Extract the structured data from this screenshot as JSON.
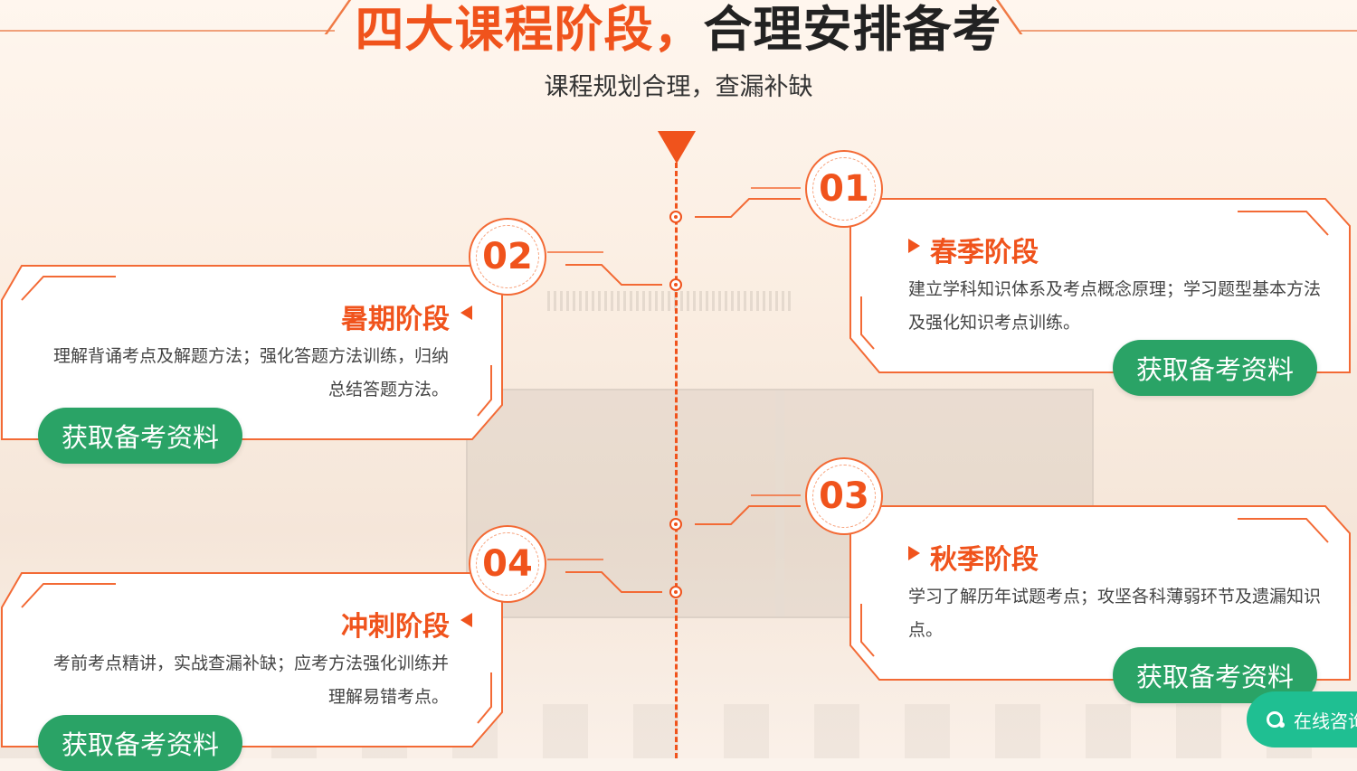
{
  "header": {
    "title_highlight": "四大课程阶段，",
    "title_rest": "合理安排备考",
    "subtitle": "课程规划合理，查漏补缺"
  },
  "stages": [
    {
      "number": "01",
      "title": "春季阶段",
      "description": "建立学科知识体系及考点概念原理；学习题型基本方法及强化知识考点训练。",
      "button_label": "获取备考资料"
    },
    {
      "number": "02",
      "title": "暑期阶段",
      "description_line1": "理解背诵考点及解题方法；强化答题方法训练，归纳",
      "description_line2": "总结答题方法。",
      "button_label": "获取备考资料"
    },
    {
      "number": "03",
      "title": "秋季阶段",
      "description": "学习了解历年试题考点；攻坚各科薄弱环节及遗漏知识点。",
      "button_label": "获取备考资料"
    },
    {
      "number": "04",
      "title": "冲刺阶段",
      "description_line1": "考前考点精讲，实战查漏补缺；应考方法强化训练并",
      "description_line2": "理解易错考点。",
      "button_label": "获取备考资料"
    }
  ],
  "floating": {
    "consult_label": "在线咨询"
  },
  "colors": {
    "accent": "#f0531c",
    "button_green": "#2aa366",
    "consult_teal": "#1fbf92",
    "text_dark": "#222222"
  }
}
